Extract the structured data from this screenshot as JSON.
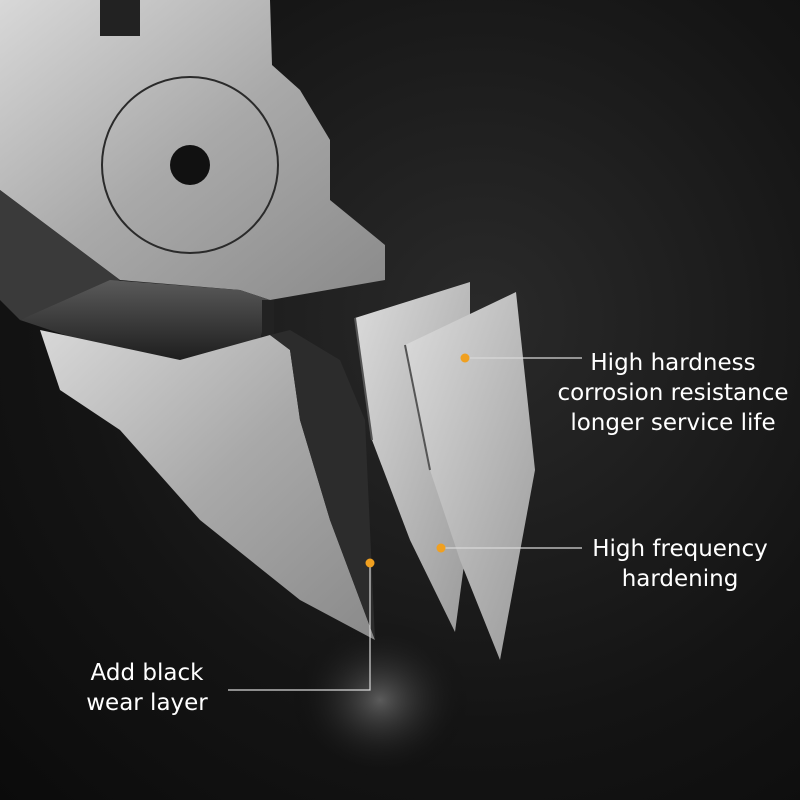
{
  "callouts": {
    "hardness": {
      "lines": [
        "High hardness",
        "corrosion resistance",
        "longer service life"
      ]
    },
    "frequency": {
      "lines": [
        "High frequency",
        "hardening"
      ]
    },
    "wear": {
      "lines": [
        "Add black",
        "wear layer"
      ]
    }
  },
  "colors": {
    "background": "#141414",
    "steel": "#b8b8b8",
    "dot": "#f0a020",
    "line": "#d8d8d8",
    "text": "#ffffff"
  }
}
